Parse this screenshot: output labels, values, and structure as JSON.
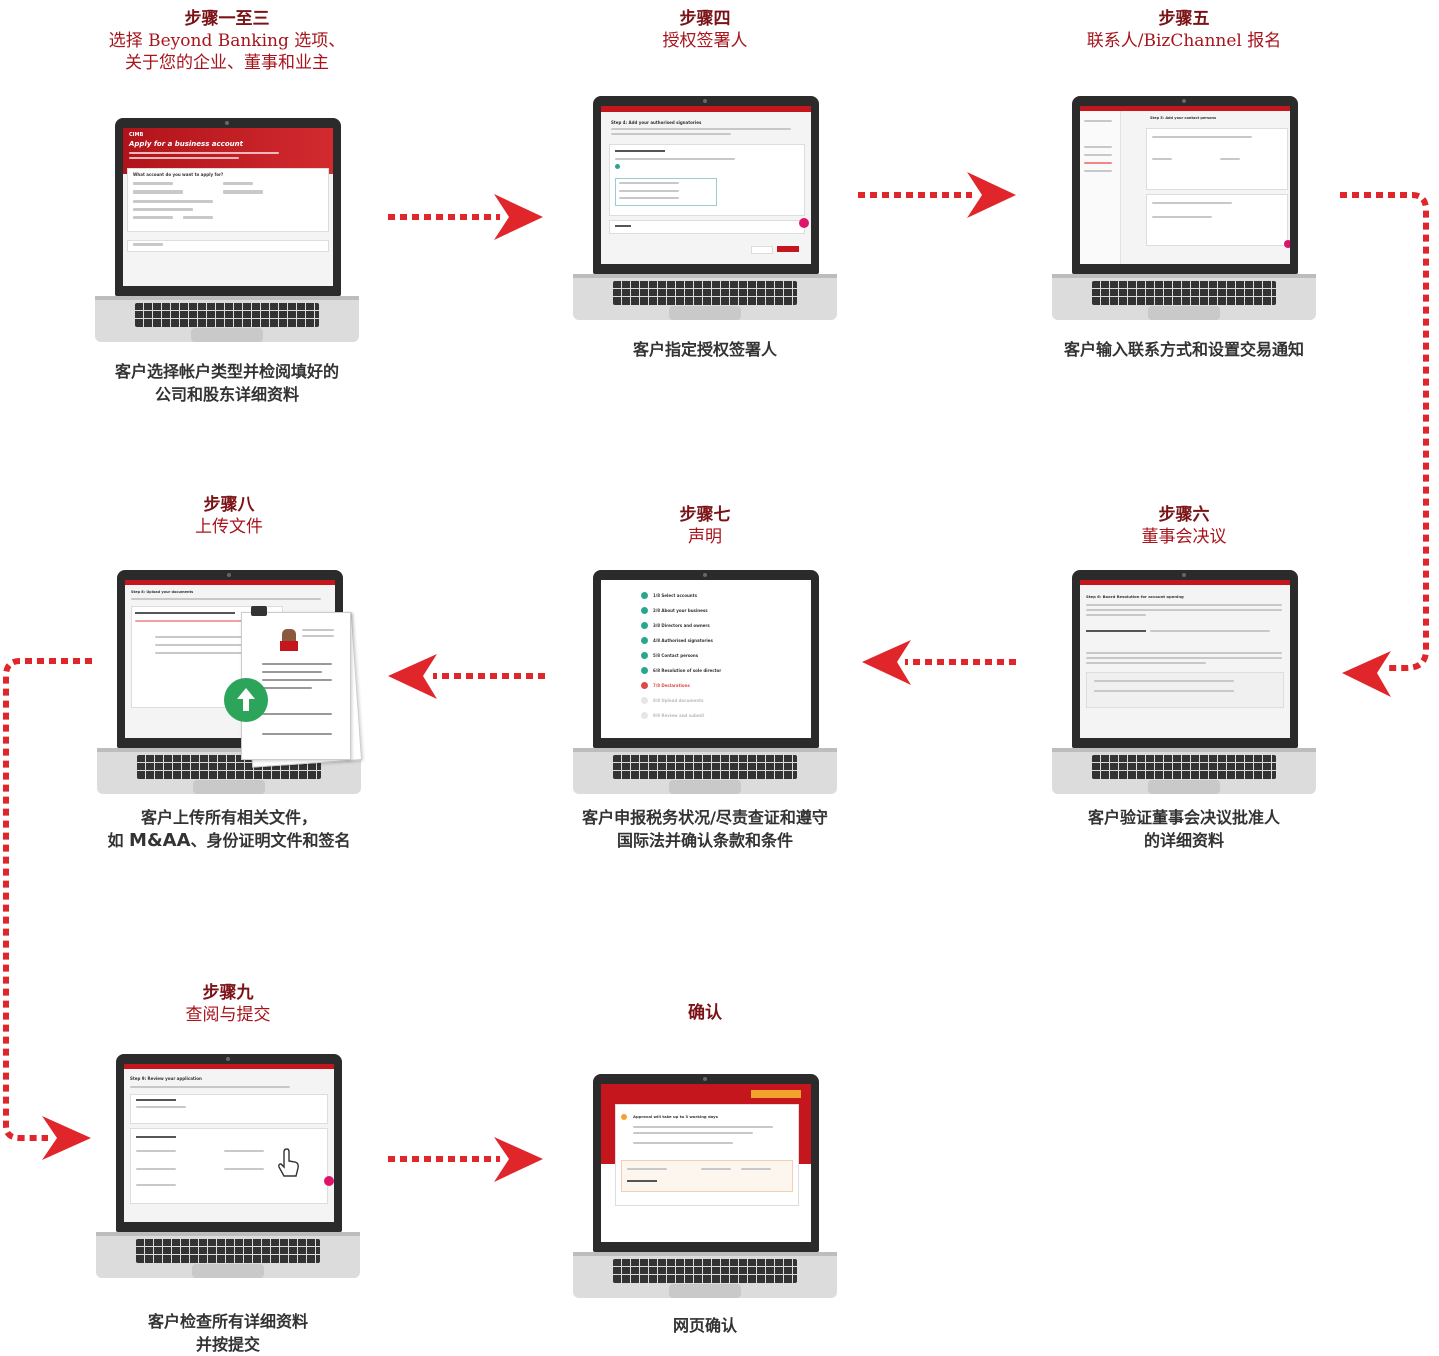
{
  "steps": [
    {
      "title": "步骤一至三",
      "subtitle": "选择 Beyond Banking 选项、",
      "subtitle2": "关于您的企业、董事和业主",
      "caption": "客户选择帐户类型并检阅填好的",
      "caption2": "公司和股东详细资料"
    },
    {
      "title": "步骤四",
      "subtitle": "授权签署人",
      "caption": "客户指定授权签署人"
    },
    {
      "title": "步骤五",
      "subtitle": "联系人/BizChannel 报名",
      "caption": "客户输入联系方式和设置交易通知"
    },
    {
      "title": "步骤六",
      "subtitle": "董事会决议",
      "caption": "客户验证董事会决议批准人",
      "caption2": "的详细资料"
    },
    {
      "title": "步骤七",
      "subtitle": "声明",
      "caption": "客户申报税务状况/尽责查证和遵守",
      "caption2": "国际法并确认条款和条件"
    },
    {
      "title": "步骤八",
      "subtitle": "上传文件",
      "caption": "客户上传所有相关文件，",
      "caption2_pre": "如 ",
      "caption2_bold": "M&AA",
      "caption2_post": "、身份证明文件和签名"
    },
    {
      "title": "步骤九",
      "subtitle": "查阅与提交",
      "caption": "客户检查所有详细资料",
      "caption2": "并按提交"
    },
    {
      "title": "确认",
      "caption": "网页确认"
    }
  ],
  "screens": {
    "s1": {
      "logo": "CIMB",
      "heading": "Apply for a business account",
      "question": "What account do you want to apply for?"
    },
    "s4": {
      "heading": "Step 4: Add your authorised signatories"
    },
    "s5": {
      "heading": "Step 5: Add your contact persons"
    },
    "s6": {
      "heading": "Step 6: Board Resolution for account opening"
    },
    "s7": {
      "items": [
        "1/8 Select accounts",
        "2/8 About your business",
        "3/8 Directors and owners",
        "4/8 Authorised signatories",
        "5/8 Contact persons",
        "6/8 Resolution of sole director",
        "7/8 Declarations",
        "8/8 Upload documents",
        "9/9 Review and submit"
      ]
    },
    "s8": {
      "heading": "Step 8: Upload your documents"
    },
    "s9": {
      "heading": "Step 9: Review your application"
    },
    "s10": {
      "heading": "Approval will take up to 3 working days"
    }
  },
  "colors": {
    "accent": "#c4161c",
    "title": "#7a1216",
    "subtitle": "#a8141c",
    "arrow": "#e0262a",
    "check": "#2aa58e"
  }
}
